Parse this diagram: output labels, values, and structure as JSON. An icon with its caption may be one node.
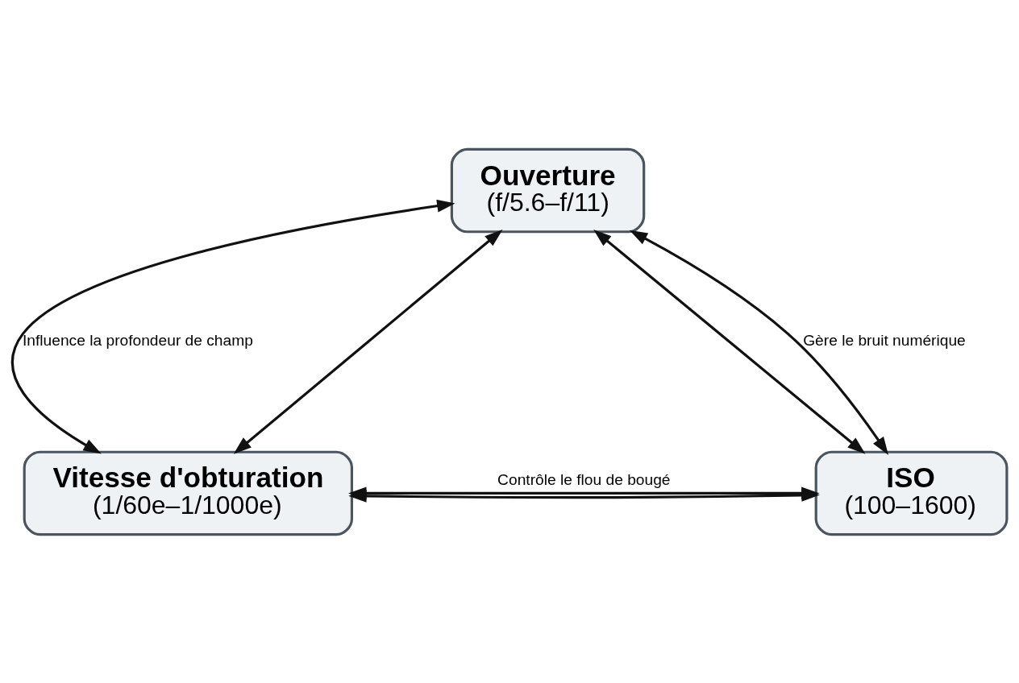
{
  "diagram": {
    "nodes": [
      {
        "text": [
          "Ouverture",
          "(f/5.6–f/11)"
        ]
      },
      {
        "text": [
          "Vitesse d'obturation",
          "(1/60e–1/1000e)"
        ]
      },
      {
        "text": [
          "ISO",
          "(100–1600)"
        ]
      }
    ],
    "edges": [
      {
        "from": 0,
        "to": 1,
        "arrow": "both",
        "label": "Influence la profondeur de champ"
      },
      {
        "from": 0,
        "to": 1,
        "arrow": "both"
      },
      {
        "from": 0,
        "to": 2,
        "arrow": "both"
      },
      {
        "from": 0,
        "to": 2,
        "arrow": "both",
        "label": "Gère le bruit numérique"
      },
      {
        "from": 1,
        "to": 2,
        "arrow": "both"
      },
      {
        "from": 1,
        "to": 2,
        "arrow": "both",
        "label": "Contrôle le flou de bougé"
      }
    ]
  }
}
